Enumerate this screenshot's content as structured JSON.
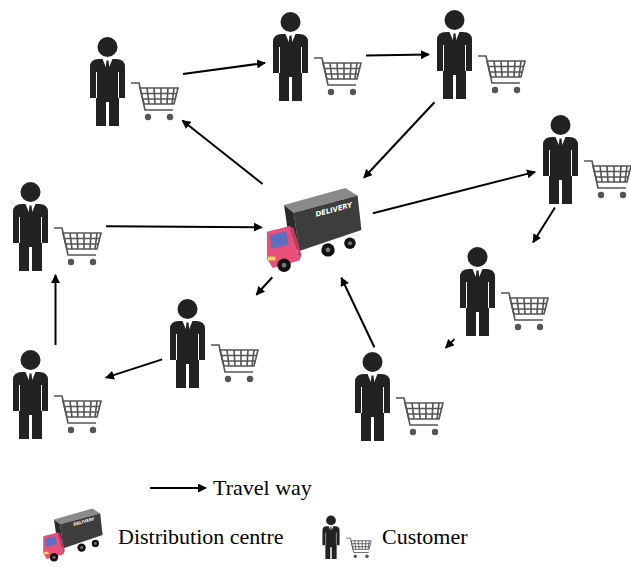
{
  "diagram": {
    "nodes": [
      {
        "text": []
      },
      {
        "text": []
      },
      {
        "text": []
      },
      {
        "text": []
      },
      {
        "text": []
      },
      {
        "text": [
          "DELIVERY"
        ]
      },
      {
        "text": []
      },
      {
        "text": []
      },
      {
        "text": []
      },
      {
        "text": []
      }
    ],
    "edges": [
      {
        "from": 5,
        "to": 0,
        "arrow": "to"
      },
      {
        "from": 0,
        "to": 1,
        "arrow": "to"
      },
      {
        "from": 1,
        "to": 2,
        "arrow": "to"
      },
      {
        "from": 2,
        "to": 5,
        "arrow": "to"
      },
      {
        "from": 5,
        "to": 3,
        "arrow": "to"
      },
      {
        "from": 3,
        "to": 6,
        "arrow": "to"
      },
      {
        "from": 6,
        "to": 8,
        "arrow": "to"
      },
      {
        "from": 8,
        "to": 5,
        "arrow": "to"
      },
      {
        "from": 5,
        "to": 7,
        "arrow": "to"
      },
      {
        "from": 7,
        "to": 9,
        "arrow": "to"
      },
      {
        "from": 9,
        "to": 4,
        "arrow": "to"
      },
      {
        "from": 4,
        "to": 5,
        "arrow": "to"
      }
    ],
    "labels": [
      "DELIVERY"
    ],
    "legend": [
      {
        "text": "Travel way"
      },
      {
        "text": "Distribution centre"
      },
      {
        "text": "Customer"
      }
    ]
  }
}
